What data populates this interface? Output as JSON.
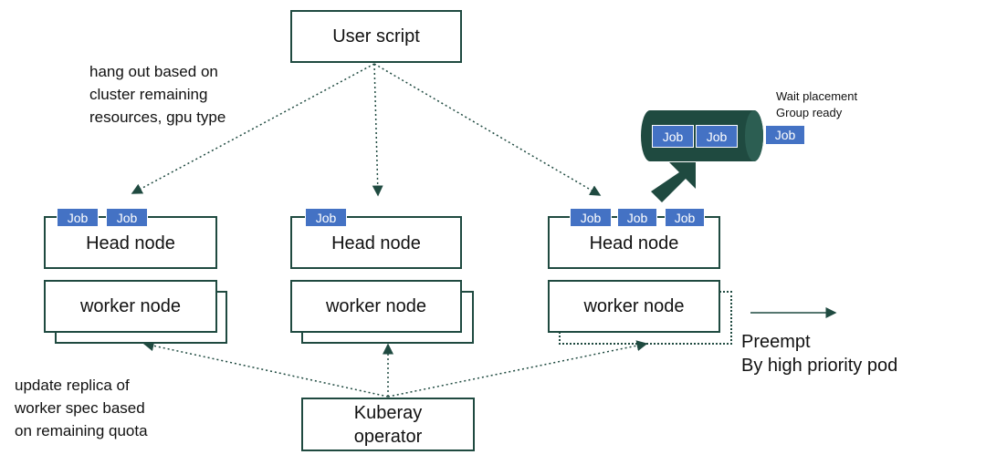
{
  "user_script": "User script",
  "note_top": "hang out based on\ncluster remaining\nresources, gpu type",
  "note_bottom": "update replica of\nworker spec based\non remaining quota",
  "head_label": "Head node",
  "worker_label": "worker node",
  "job_label": "Job",
  "queue_label": "Wait placement\nGroup ready",
  "preempt_label": "Preempt\nBy high priority pod",
  "operator_label": "Kuberay\noperator",
  "colors": {
    "border": "#1f4a40",
    "job": "#4472c4",
    "queue": "#1f4a40"
  }
}
